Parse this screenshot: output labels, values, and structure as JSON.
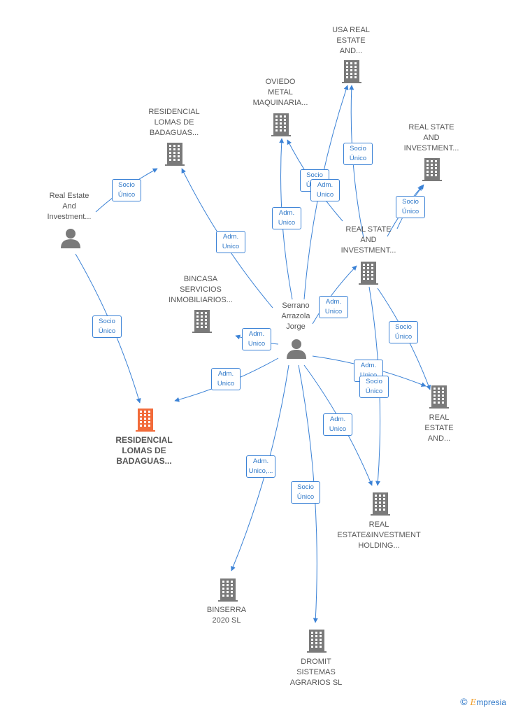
{
  "nodes": [
    {
      "id": "usa",
      "type": "company",
      "label": "USA REAL\nESTATE\nAND...",
      "color": "#7a7a7a"
    },
    {
      "id": "oviedo",
      "type": "company",
      "label": "OVIEDO\nMETAL\nMAQUINARIA...",
      "color": "#7a7a7a"
    },
    {
      "id": "lomas_top",
      "type": "company",
      "label": "RESIDENCIAL\nLOMAS DE\nBADAGUAS...",
      "color": "#7a7a7a"
    },
    {
      "id": "re_inv_top",
      "type": "company",
      "label": "REAL STATE\nAND\nINVESTMENT...",
      "color": "#7a7a7a"
    },
    {
      "id": "realestate_person",
      "type": "person",
      "label": "Real Estate\nAnd\nInvestment...",
      "color": "#7a7a7a"
    },
    {
      "id": "re_inv_mid",
      "type": "company",
      "label": "REAL STATE\nAND\nINVESTMENT...",
      "color": "#7a7a7a"
    },
    {
      "id": "bincasa",
      "type": "company",
      "label": "BINCASA\nSERVICIOS\nINMOBILIARIOS...",
      "color": "#7a7a7a"
    },
    {
      "id": "serrano",
      "type": "person",
      "label": "Serrano\nArrazola\nJorge",
      "color": "#7a7a7a"
    },
    {
      "id": "lomas_focus",
      "type": "company",
      "label": "RESIDENCIAL\nLOMAS DE\nBADAGUAS...",
      "color": "#f26b3a",
      "focus": true
    },
    {
      "id": "real_estate_and",
      "type": "company",
      "label": "REAL\nESTATE\nAND...",
      "color": "#7a7a7a"
    },
    {
      "id": "holding",
      "type": "company",
      "label": "REAL\nESTATE&INVESTMENT\nHOLDING...",
      "color": "#7a7a7a"
    },
    {
      "id": "binserra",
      "type": "company",
      "label": "BINSERRA\n2020  SL",
      "color": "#7a7a7a"
    },
    {
      "id": "dromit",
      "type": "company",
      "label": "DROMIT\nSISTEMAS\nAGRARIOS  SL",
      "color": "#7a7a7a"
    }
  ],
  "edges": [
    {
      "from": "realestate_person",
      "to": "lomas_top",
      "label": "Socio\nÚnico"
    },
    {
      "from": "realestate_person",
      "to": "lomas_focus",
      "label": "Socio\nÚnico"
    },
    {
      "from": "serrano",
      "to": "lomas_top",
      "label": "Adm.\nUnico"
    },
    {
      "from": "serrano",
      "to": "oviedo",
      "label": "Adm.\nUnico"
    },
    {
      "from": "re_inv_mid",
      "to": "oviedo",
      "label": "Socio\nÚnico"
    },
    {
      "from": "serrano",
      "to": "usa",
      "label": "Adm.\nUnico"
    },
    {
      "from": "re_inv_mid",
      "to": "usa",
      "label": "Socio\nÚnico"
    },
    {
      "from": "re_inv_mid",
      "to": "re_inv_top",
      "label": "Socio\nÚnico"
    },
    {
      "from": "serrano",
      "to": "re_inv_top",
      "label": "Adm.\nUnico"
    },
    {
      "from": "serrano",
      "to": "re_inv_mid",
      "label": "Adm.\nUnico"
    },
    {
      "from": "serrano",
      "to": "bincasa",
      "label": "Adm.\nUnico"
    },
    {
      "from": "serrano",
      "to": "lomas_focus",
      "label": "Adm.\nUnico"
    },
    {
      "from": "re_inv_mid",
      "to": "real_estate_and",
      "label": "Socio\nÚnico"
    },
    {
      "from": "serrano",
      "to": "real_estate_and",
      "label": "Adm.\nUnico"
    },
    {
      "from": "re_inv_mid",
      "to": "holding",
      "label": "Socio\nÚnico"
    },
    {
      "from": "serrano",
      "to": "holding",
      "label": "Adm.\nUnico"
    },
    {
      "from": "serrano",
      "to": "binserra",
      "label": "Adm.\nUnico,..."
    },
    {
      "from": "serrano",
      "to": "dromit",
      "label": "Socio\nÚnico"
    }
  ],
  "brand": {
    "copyright": "©",
    "first": "E",
    "rest": "mpresia"
  },
  "colors": {
    "edge": "#3b82d6",
    "node": "#7a7a7a",
    "focus": "#f26b3a"
  }
}
